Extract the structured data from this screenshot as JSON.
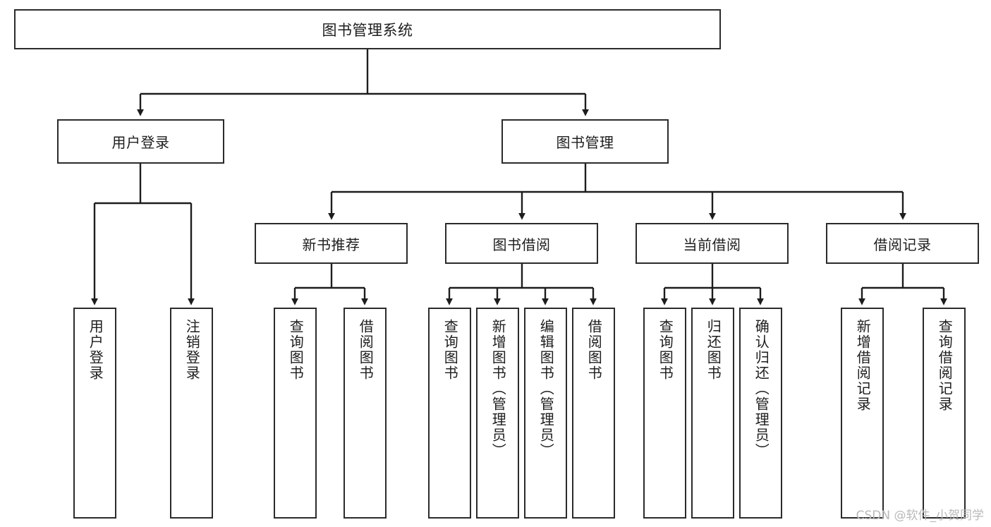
{
  "diagram": {
    "type": "tree",
    "title": "图书管理系统",
    "watermark": "CSDN @软件_小贺同学",
    "colors": {
      "box_border": "#2b2b2b",
      "box_fill": "#ffffff",
      "connector": "#1d1d1d",
      "text": "#1d1d1d",
      "watermark": "#b9b9b9",
      "background": "#ffffff"
    },
    "nodes": {
      "root": {
        "label": "图书管理系统"
      },
      "level2": [
        {
          "id": "user-login",
          "label": "用户登录"
        },
        {
          "id": "book-management",
          "label": "图书管理"
        }
      ],
      "level3": [
        {
          "id": "new-book-recommend",
          "label": "新书推荐"
        },
        {
          "id": "book-borrow",
          "label": "图书借阅"
        },
        {
          "id": "current-borrow",
          "label": "当前借阅"
        },
        {
          "id": "borrow-record",
          "label": "借阅记录"
        }
      ],
      "leaves": {
        "user-login": [
          {
            "id": "leaf-user-login",
            "label": "用户登录"
          },
          {
            "id": "leaf-logout",
            "label": "注销登录"
          }
        ],
        "new-book-recommend": [
          {
            "id": "leaf-query-book-1",
            "label": "查询图书"
          },
          {
            "id": "leaf-borrow-book-1",
            "label": "借阅图书"
          }
        ],
        "book-borrow": [
          {
            "id": "leaf-query-book-2",
            "label": "查询图书"
          },
          {
            "id": "leaf-add-book",
            "label": "新增图书（管理员）"
          },
          {
            "id": "leaf-edit-book",
            "label": "编辑图书（管理员）"
          },
          {
            "id": "leaf-borrow-book-2",
            "label": "借阅图书"
          }
        ],
        "current-borrow": [
          {
            "id": "leaf-query-book-3",
            "label": "查询图书"
          },
          {
            "id": "leaf-return-book",
            "label": "归还图书"
          },
          {
            "id": "leaf-confirm-return",
            "label": "确认归还（管理员）"
          }
        ],
        "borrow-record": [
          {
            "id": "leaf-add-record",
            "label": "新增借阅记录"
          },
          {
            "id": "leaf-query-record",
            "label": "查询借阅记录"
          }
        ]
      }
    }
  }
}
